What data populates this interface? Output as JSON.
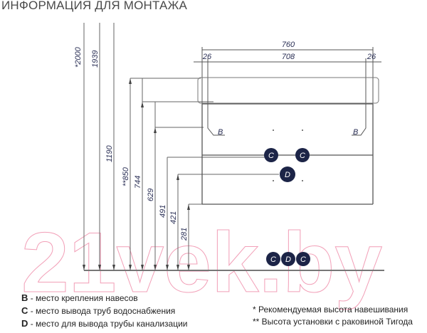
{
  "header": {
    "title": "ИНФОРМАЦИЯ ДЛЯ МОНТАЖА"
  },
  "dimensions": {
    "horizontal": {
      "total": "760",
      "inner": "708",
      "left_offset": "26",
      "right_offset": "26"
    },
    "vertical": [
      {
        "label": "*2000"
      },
      {
        "label": "1939"
      },
      {
        "label": "1190"
      },
      {
        "label": "**850"
      },
      {
        "label": "744"
      },
      {
        "label": "629"
      },
      {
        "label": "491"
      },
      {
        "label": "421"
      },
      {
        "label": "281"
      }
    ]
  },
  "markers": {
    "b_left": "B",
    "b_right": "B",
    "c_left": "C",
    "c_right": "C",
    "d_center": "D",
    "bottom": [
      "C",
      "D",
      "C"
    ]
  },
  "legend": {
    "items": [
      {
        "key": "B",
        "text": " - место крепления навесов"
      },
      {
        "key": "C",
        "text": " - место вывода труб водоснабжения"
      },
      {
        "key": "D",
        "text": " - место для вывода трубы канализации"
      }
    ],
    "notes": [
      "* Рекомендуемая высота навешивания",
      "** Высота установки с раковиной Тигода"
    ]
  },
  "watermark": {
    "text": "21vek.by"
  },
  "colors": {
    "line": "#555555",
    "marker_fill": "#1c2447",
    "watermark": "#f2a0b8",
    "dim_text": "#2a2f55"
  }
}
